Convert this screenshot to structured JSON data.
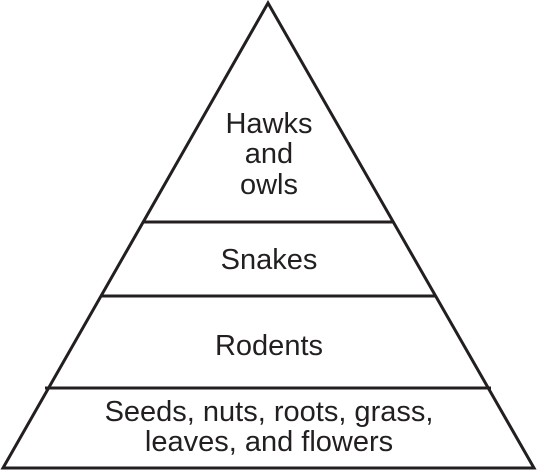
{
  "diagram": {
    "tiers": [
      {
        "lines": [
          "Hawks",
          "and",
          "owls"
        ]
      },
      {
        "lines": [
          "Snakes"
        ]
      },
      {
        "lines": [
          "Rodents"
        ]
      },
      {
        "lines": [
          "Seeds, nuts, roots, grass,",
          "leaves, and flowers"
        ]
      }
    ],
    "colors": {
      "stroke": "#231f20",
      "text": "#231f20",
      "background": "#ffffff"
    }
  }
}
